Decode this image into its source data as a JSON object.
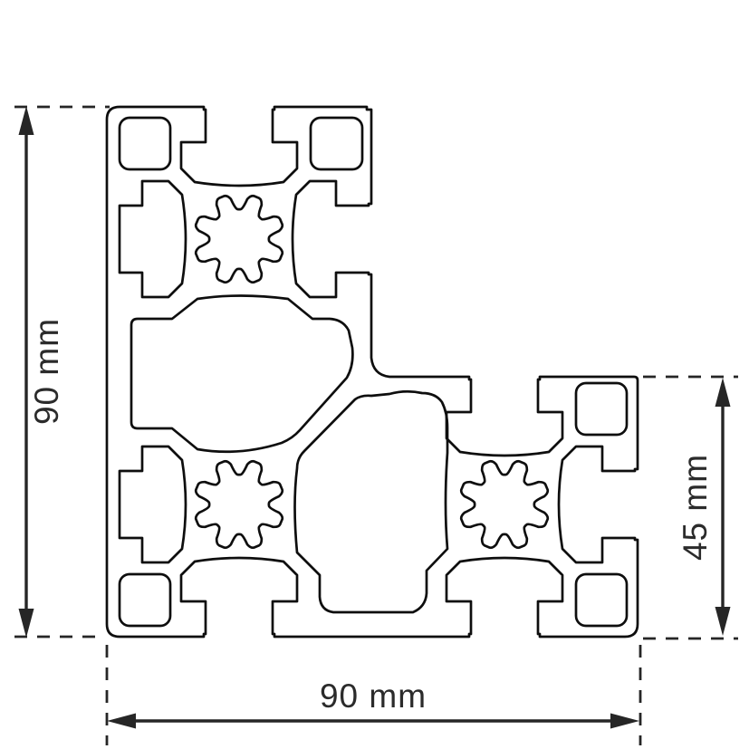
{
  "drawing": {
    "dimensions": {
      "height_left": "90 mm",
      "width_bottom": "90 mm",
      "height_right": "45 mm"
    },
    "colors": {
      "outline": "#0e0e0e",
      "dimension": "#262626",
      "label": "#2b2b2b",
      "background": "#ffffff"
    }
  }
}
